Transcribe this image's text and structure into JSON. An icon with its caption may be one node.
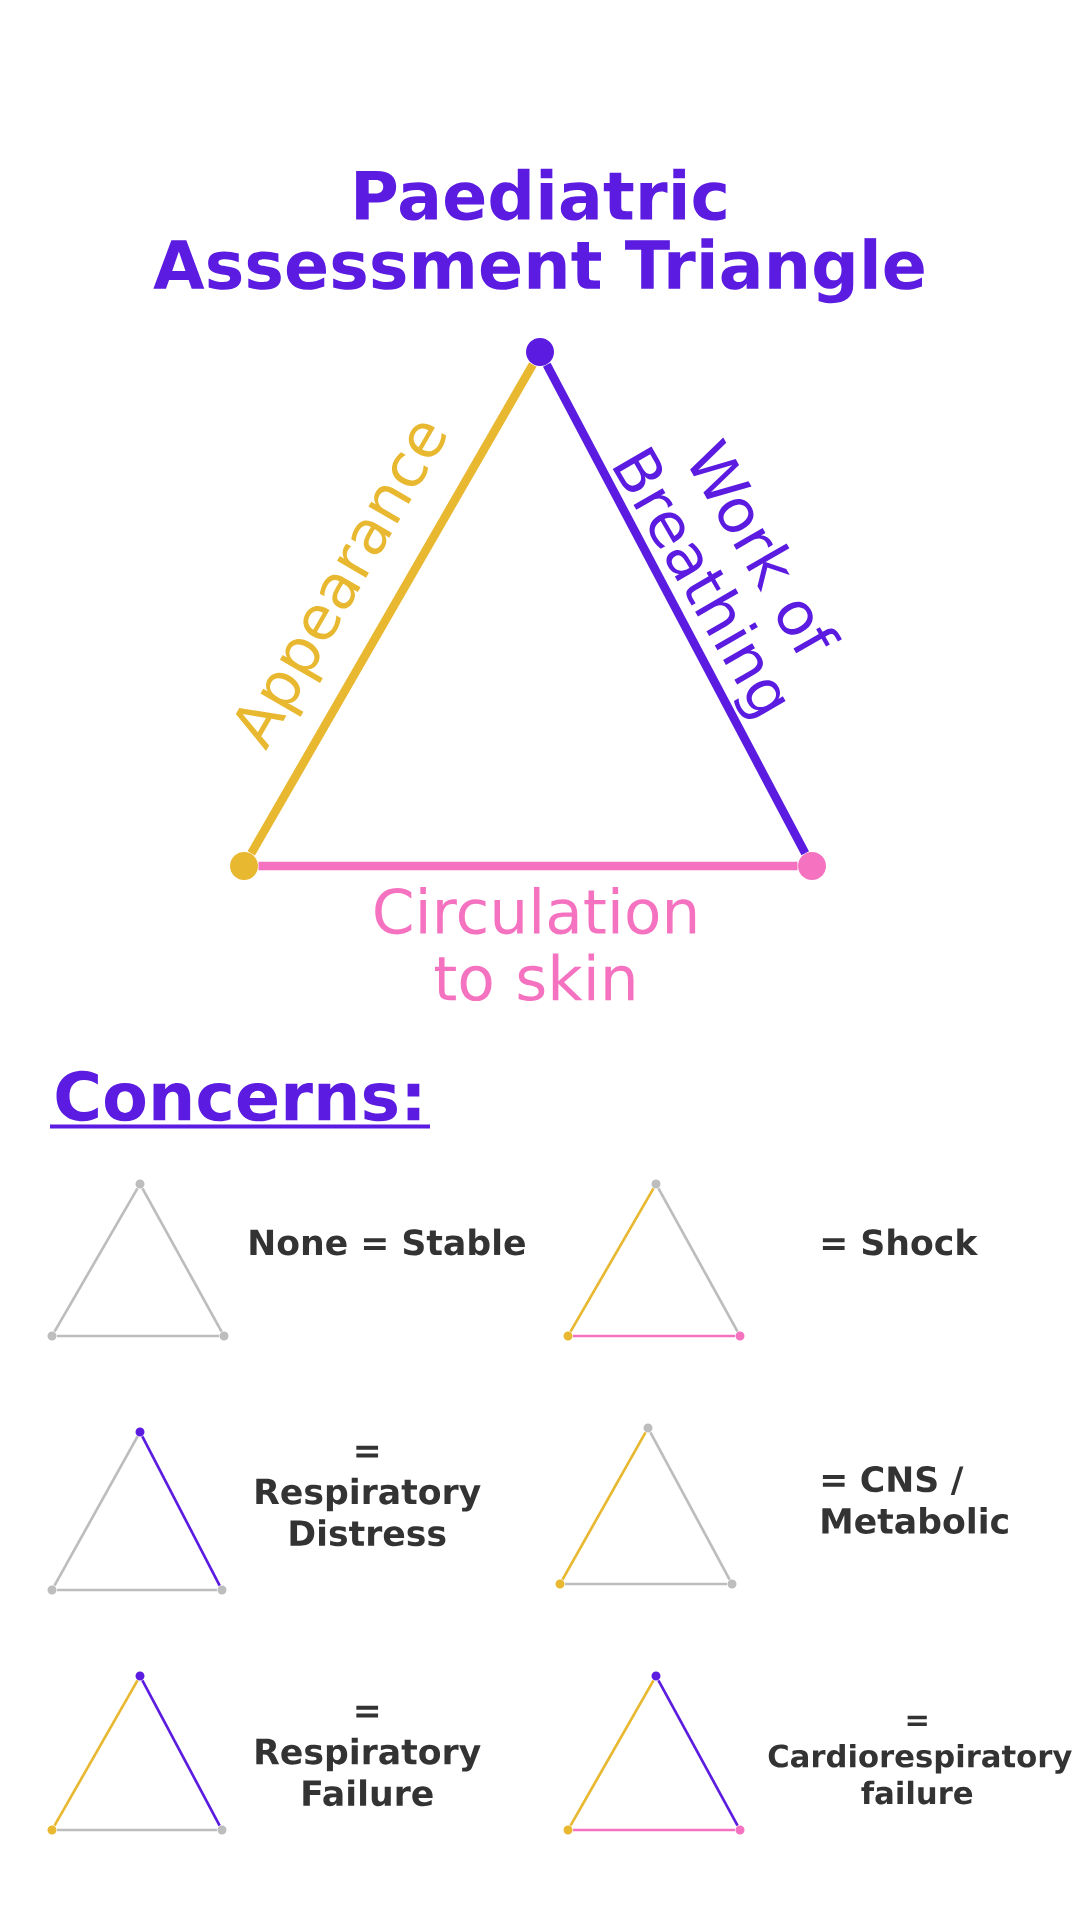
{
  "diagram": {
    "title": "Paediatric Assessment Triangle",
    "nodes": [
      {
        "text": [],
        "shape": "circle"
      },
      {
        "text": [],
        "shape": "circle"
      },
      {
        "text": [],
        "shape": "circle"
      },
      {
        "text": [],
        "shape": "circle"
      },
      {
        "text": [],
        "shape": "circle"
      },
      {
        "text": [],
        "shape": "circle"
      },
      {
        "text": [],
        "shape": "circle"
      },
      {
        "text": [],
        "shape": "circle"
      },
      {
        "text": [],
        "shape": "circle"
      },
      {
        "text": [],
        "shape": "circle"
      },
      {
        "text": [],
        "shape": "circle"
      },
      {
        "text": [],
        "shape": "circle"
      },
      {
        "text": [],
        "shape": "circle"
      },
      {
        "text": [],
        "shape": "circle"
      },
      {
        "text": [],
        "shape": "circle"
      },
      {
        "text": [],
        "shape": "circle"
      },
      {
        "text": [],
        "shape": "circle"
      },
      {
        "text": [],
        "shape": "circle"
      },
      {
        "text": [],
        "shape": "circle"
      },
      {
        "text": [],
        "shape": "circle"
      },
      {
        "text": [],
        "shape": "circle"
      }
    ],
    "edges": [
      {
        "from": 1,
        "to": 0,
        "arrow": "none",
        "label": "Appearance",
        "style": "thick",
        "color": "#e8b830"
      },
      {
        "from": 0,
        "to": 2,
        "arrow": "none",
        "label": "Work of Breathing",
        "style": "thick",
        "color": "#5b1be0"
      },
      {
        "from": 1,
        "to": 2,
        "arrow": "none",
        "label": "Circulation to skin",
        "style": "thick",
        "color": "#f472c0"
      },
      {
        "from": 4,
        "to": 3,
        "arrow": "none"
      },
      {
        "from": 3,
        "to": 5,
        "arrow": "none"
      },
      {
        "from": 4,
        "to": 5,
        "arrow": "none"
      },
      {
        "from": 7,
        "to": 6,
        "arrow": "none",
        "color": "#e8b830"
      },
      {
        "from": 6,
        "to": 8,
        "arrow": "none"
      },
      {
        "from": 7,
        "to": 8,
        "arrow": "none",
        "color": "#f472c0"
      },
      {
        "from": 10,
        "to": 9,
        "arrow": "none"
      },
      {
        "from": 9,
        "to": 11,
        "arrow": "none",
        "color": "#5b1be0"
      },
      {
        "from": 10,
        "to": 11,
        "arrow": "none"
      },
      {
        "from": 13,
        "to": 12,
        "arrow": "none",
        "color": "#e8b830"
      },
      {
        "from": 12,
        "to": 14,
        "arrow": "none"
      },
      {
        "from": 13,
        "to": 14,
        "arrow": "none"
      },
      {
        "from": 16,
        "to": 15,
        "arrow": "none",
        "color": "#e8b830"
      },
      {
        "from": 15,
        "to": 17,
        "arrow": "none",
        "color": "#5b1be0"
      },
      {
        "from": 16,
        "to": 17,
        "arrow": "none"
      },
      {
        "from": 19,
        "to": 18,
        "arrow": "none",
        "color": "#e8b830"
      },
      {
        "from": 18,
        "to": 20,
        "arrow": "none",
        "color": "#5b1be0"
      },
      {
        "from": 19,
        "to": 20,
        "arrow": "none",
        "color": "#f472c0"
      }
    ],
    "labels": [
      "Concerns:",
      "None = Stable",
      "= Shock",
      "= Respiratory Distress",
      "= CNS / Metabolic",
      "= Respiratory Failure",
      "= Cardiorespiratory failure"
    ]
  }
}
